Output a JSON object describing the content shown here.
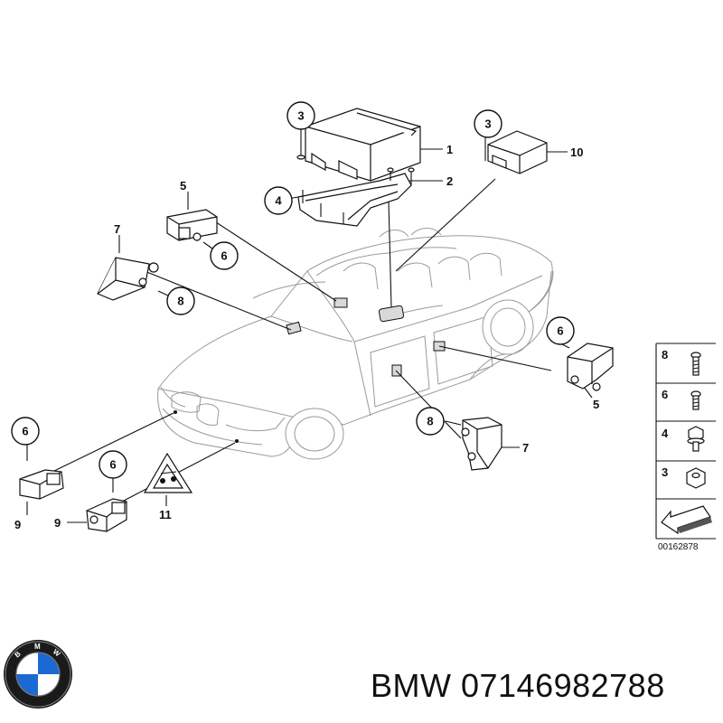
{
  "callouts": {
    "c1": "1",
    "c2": "2",
    "c3a": "3",
    "c3b": "3",
    "c4": "4",
    "c5a": "5",
    "c5b": "5",
    "c6a": "6",
    "c6b": "6",
    "c6c": "6",
    "c6d": "6",
    "c7a": "7",
    "c7b": "7",
    "c8a": "8",
    "c8b": "8",
    "c9a": "9",
    "c9b": "9",
    "c10": "10",
    "c11": "11"
  },
  "legend": {
    "items": [
      "8",
      "6",
      "4",
      "3"
    ],
    "code": "00162878"
  },
  "footer": {
    "brand_text": "BMW 07146982788",
    "logo_letters": "BMW"
  },
  "colors": {
    "logo_blue": "#1c69d4",
    "logo_ring": "#111111"
  }
}
